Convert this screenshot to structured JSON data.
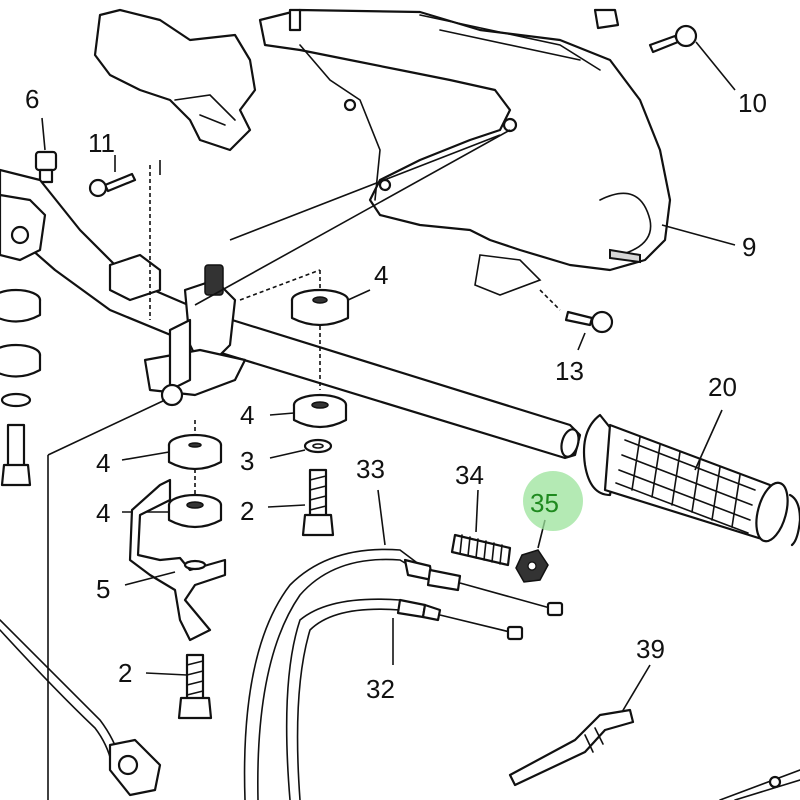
{
  "diagram": {
    "highlight_color": "#9be39b",
    "highlighted_part": "35",
    "labels": [
      {
        "id": "l6",
        "text": "6"
      },
      {
        "id": "l11",
        "text": "11"
      },
      {
        "id": "l10",
        "text": "10"
      },
      {
        "id": "l9",
        "text": "9"
      },
      {
        "id": "l4a",
        "text": "4"
      },
      {
        "id": "l4b",
        "text": "4"
      },
      {
        "id": "l4c",
        "text": "4"
      },
      {
        "id": "l4d",
        "text": "4"
      },
      {
        "id": "l13",
        "text": "13"
      },
      {
        "id": "l20",
        "text": "20"
      },
      {
        "id": "l3",
        "text": "3"
      },
      {
        "id": "l2a",
        "text": "2"
      },
      {
        "id": "l5",
        "text": "5"
      },
      {
        "id": "l33",
        "text": "33"
      },
      {
        "id": "l34",
        "text": "34"
      },
      {
        "id": "l35",
        "text": "35"
      },
      {
        "id": "l32",
        "text": "32"
      },
      {
        "id": "l2b",
        "text": "2"
      },
      {
        "id": "l39",
        "text": "39"
      }
    ]
  }
}
